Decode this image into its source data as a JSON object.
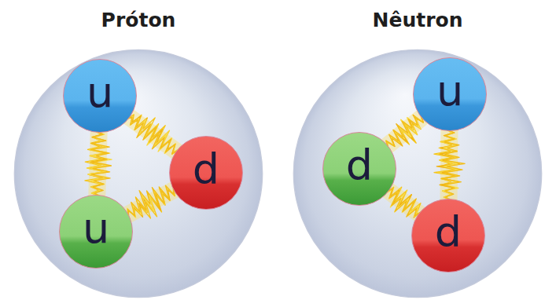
{
  "diagram": {
    "nodes": [
      {
        "text": [
          "Próton"
        ]
      },
      {
        "text": [
          "u"
        ],
        "in": 0
      },
      {
        "text": [
          "d"
        ],
        "in": 0
      },
      {
        "text": [
          "u"
        ],
        "in": 0
      },
      {
        "text": [
          "Nêutron"
        ]
      },
      {
        "text": [
          "u"
        ],
        "in": 4
      },
      {
        "text": [
          "d"
        ],
        "in": 4
      },
      {
        "text": [
          "d"
        ],
        "in": 4
      }
    ],
    "edges": [
      {
        "from": 1,
        "to": 2,
        "arrow": "none"
      },
      {
        "from": 2,
        "to": 3,
        "arrow": "none"
      },
      {
        "from": 3,
        "to": 1,
        "arrow": "none"
      },
      {
        "from": 5,
        "to": 6,
        "arrow": "none"
      },
      {
        "from": 6,
        "to": 7,
        "arrow": "none"
      },
      {
        "from": 7,
        "to": 5,
        "arrow": "none"
      }
    ]
  }
}
